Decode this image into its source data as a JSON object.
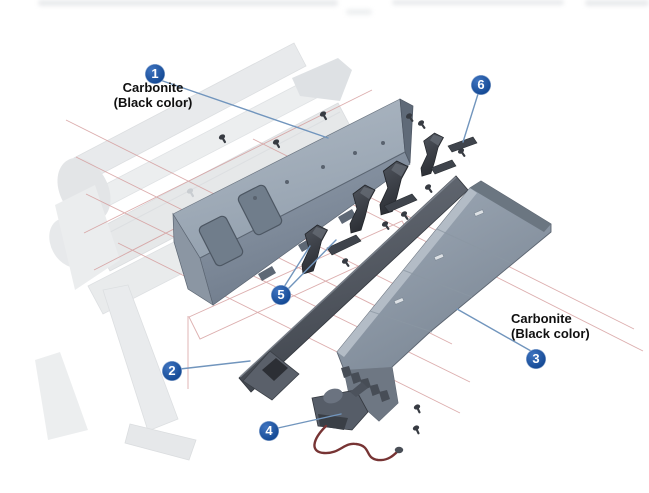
{
  "diagram": {
    "type": "exploded-parts-diagram",
    "labels": [
      {
        "attached_to_callout": "1",
        "line1": "Carbonite",
        "line2": "(Black color)"
      },
      {
        "attached_to_callout": "3",
        "line1": "Carbonite",
        "line2": "(Black color)"
      }
    ],
    "callouts": [
      {
        "number": "1",
        "part": "top-cover-panel"
      },
      {
        "number": "2",
        "part": "support-rail"
      },
      {
        "number": "3",
        "part": "rear-panel"
      },
      {
        "number": "4",
        "part": "sensor-with-cable"
      },
      {
        "number": "5",
        "part": "wedge-brackets"
      },
      {
        "number": "6",
        "part": "bracket-with-screws"
      }
    ]
  },
  "colors": {
    "callout_blue": "#154a95",
    "callout_blue_light": "#3f74c0",
    "leader_blue": "#7195bd",
    "guide_red": "#d49a9a",
    "label_text": "#101010",
    "part_gray_light": "#a6b0bd",
    "part_gray": "#8a95a4",
    "part_gray_dark": "#5f6a78",
    "rail_dark": "#474c55",
    "bracket_dark": "#33373e",
    "wire_maroon": "#773434",
    "ghost_gray": "#dadde0",
    "background": "#ffffff"
  }
}
